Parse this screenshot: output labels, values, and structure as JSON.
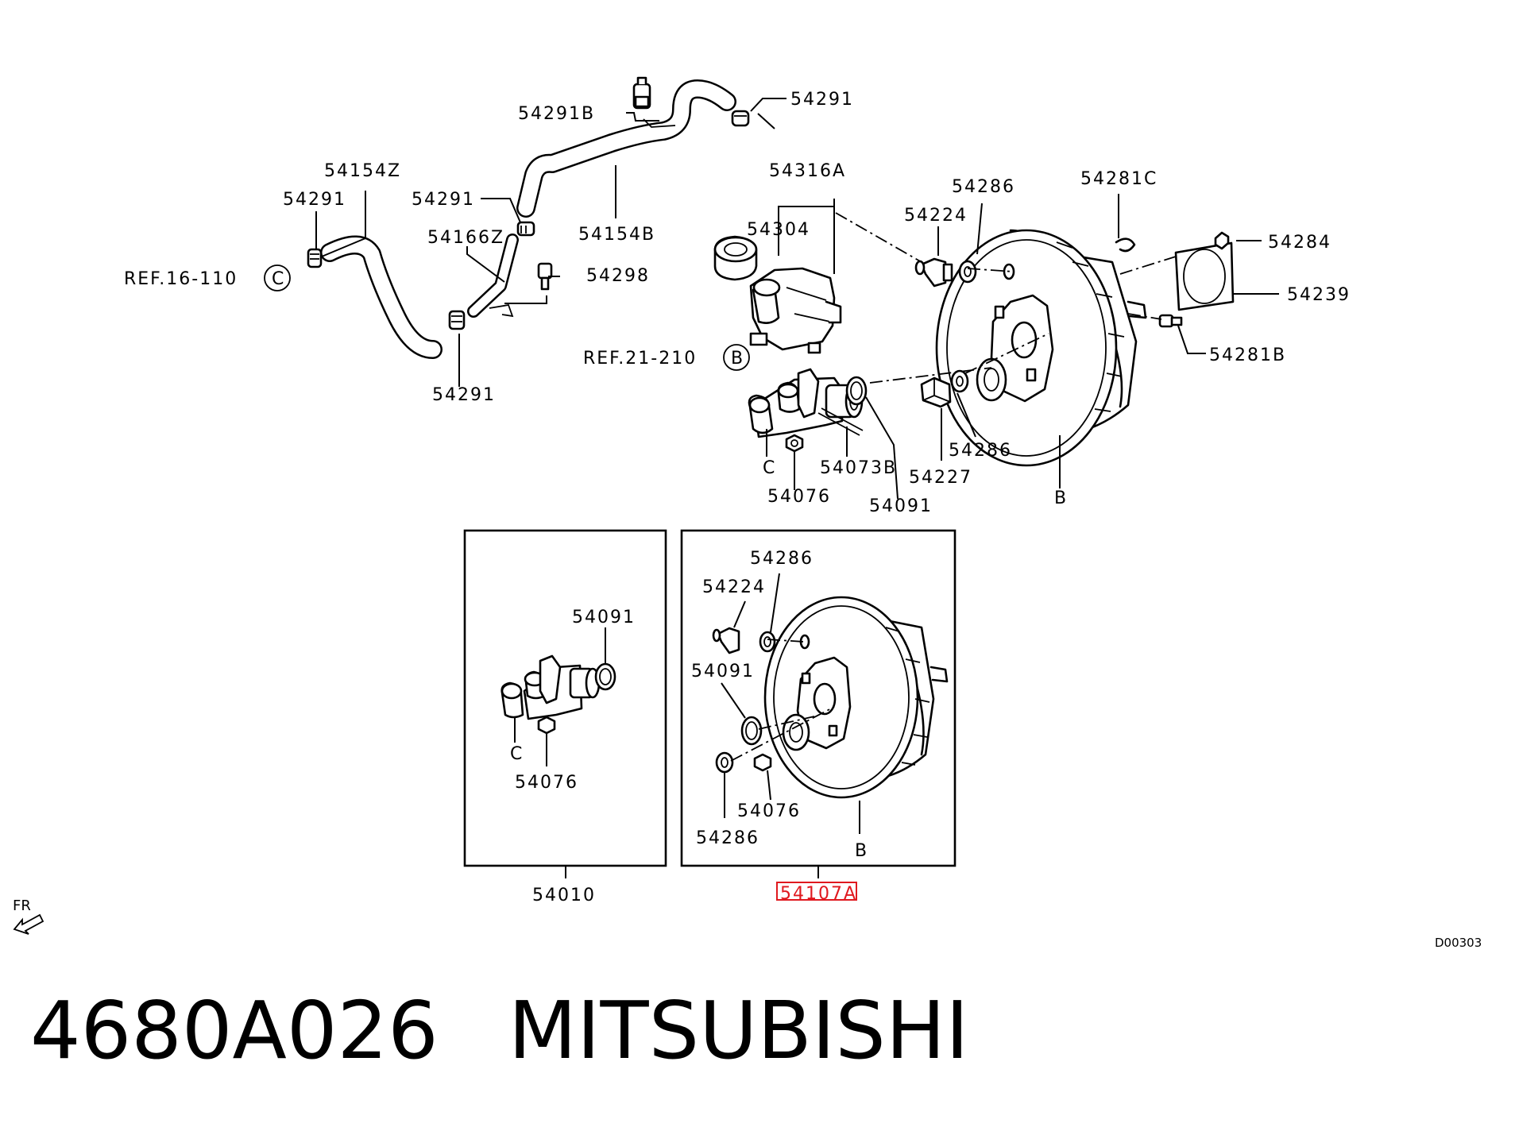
{
  "callouts": {
    "l_54291B": "54291B",
    "l_54291_top": "54291",
    "l_54316A": "54316A",
    "l_54154Z": "54154Z",
    "l_54291_left": "54291",
    "l_54291_mid": "54291",
    "l_54154B": "54154B",
    "l_54166Z": "54166Z",
    "l_54298": "54298",
    "l_ref16": "REF.16-110",
    "l_refC": "C",
    "l_54291_bot": "54291",
    "l_54304": "54304",
    "l_ref21": "REF.21-210",
    "l_refB": "B",
    "l_54286_top": "54286",
    "l_54224_top": "54224",
    "l_54281C": "54281C",
    "l_54284": "54284",
    "l_54239": "54239",
    "l_54281B": "54281B",
    "l_54286_mid": "54286",
    "l_54227": "54227",
    "l_54091_top": "54091",
    "l_54073B": "54073B",
    "l_C_top": "C",
    "l_54076_top": "54076",
    "l_B_top": "B",
    "l_54091_box1": "54091",
    "l_C_box1": "C",
    "l_54076_box1": "54076",
    "l_54010": "54010",
    "l_54286_box2a": "54286",
    "l_54224_box2": "54224",
    "l_54091_box2": "54091",
    "l_54076_box2": "54076",
    "l_54286_box2b": "54286",
    "l_B_box2": "B",
    "l_54107A": "54107A",
    "l_FR": "FR",
    "l_code": "D00303"
  },
  "highlight_color": "#e0191f",
  "footer": {
    "part_number": "4680A026",
    "brand": "MITSUBISHI"
  }
}
